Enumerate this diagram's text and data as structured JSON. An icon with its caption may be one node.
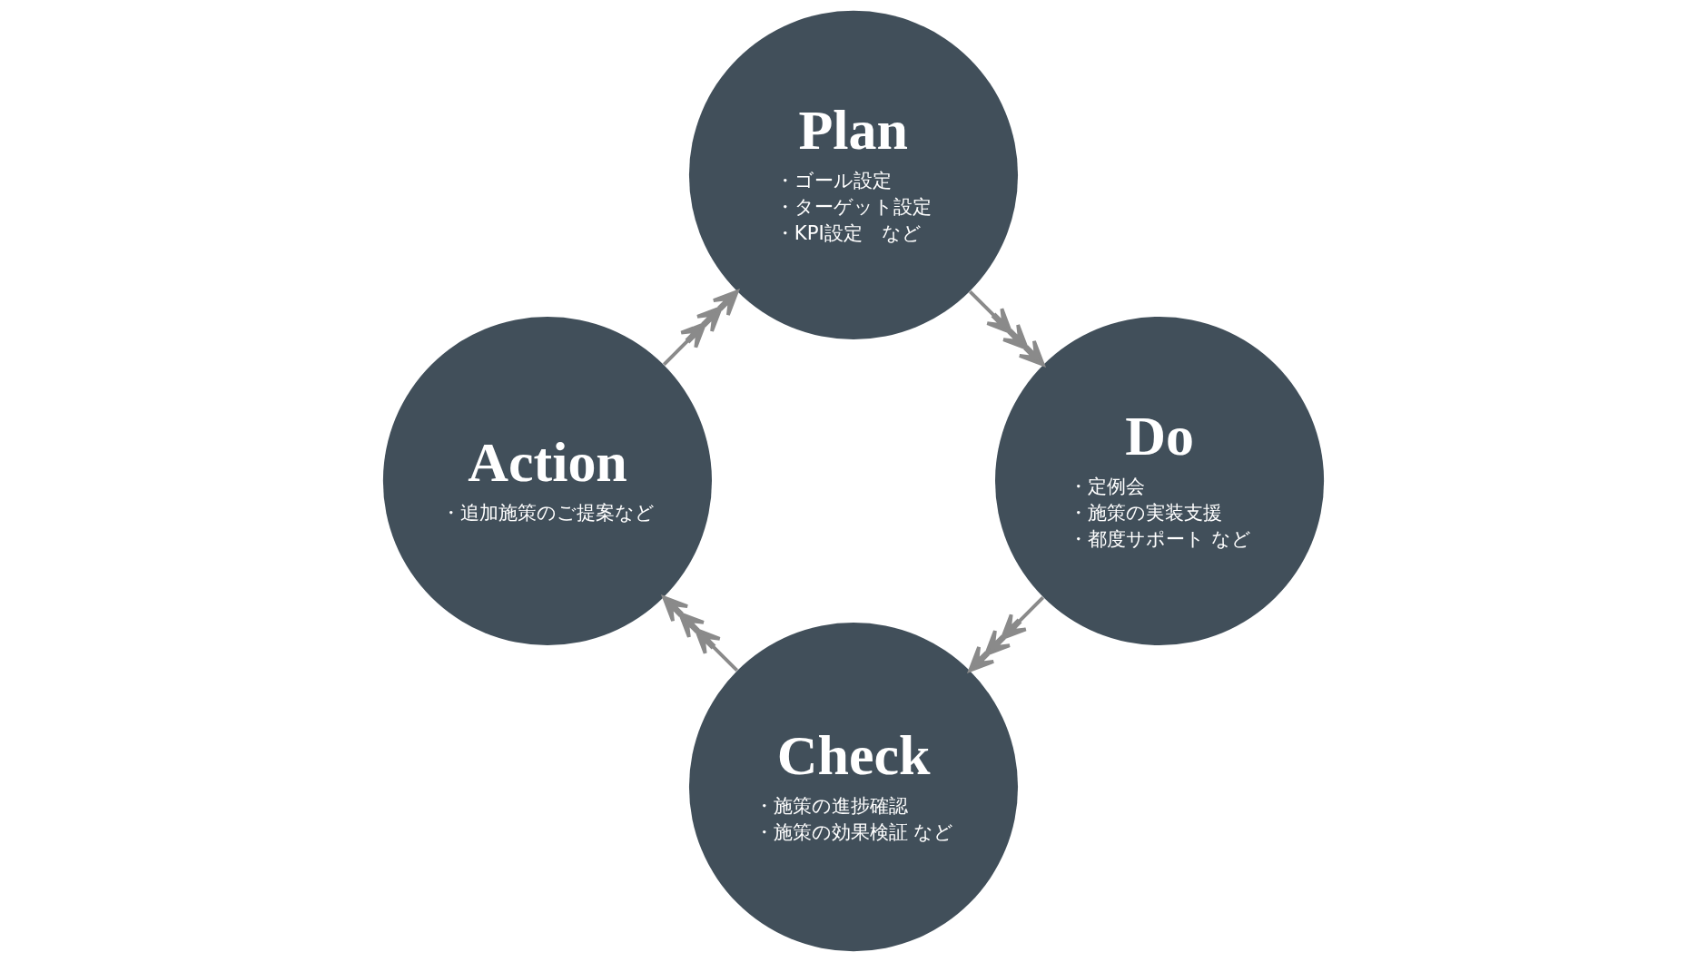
{
  "diagram": {
    "nodes": [
      {
        "text": [
          "Plan",
          "・ゴール設定",
          "・ターゲット設定",
          "・KPI設定　など"
        ]
      },
      {
        "text": [
          "Do",
          "・定例会",
          "・施策の実装支援",
          "・都度サポート など"
        ]
      },
      {
        "text": [
          "Check",
          "・施策の進捗確認",
          "・施策の効果検証 など"
        ]
      },
      {
        "text": [
          "Action",
          "・追加施策のご提案など"
        ]
      }
    ],
    "edges": [
      {
        "from": 0,
        "to": 1,
        "arrow": "to"
      },
      {
        "from": 1,
        "to": 2,
        "arrow": "to"
      },
      {
        "from": 2,
        "to": 3,
        "arrow": "to"
      },
      {
        "from": 3,
        "to": 0,
        "arrow": "to"
      }
    ]
  }
}
